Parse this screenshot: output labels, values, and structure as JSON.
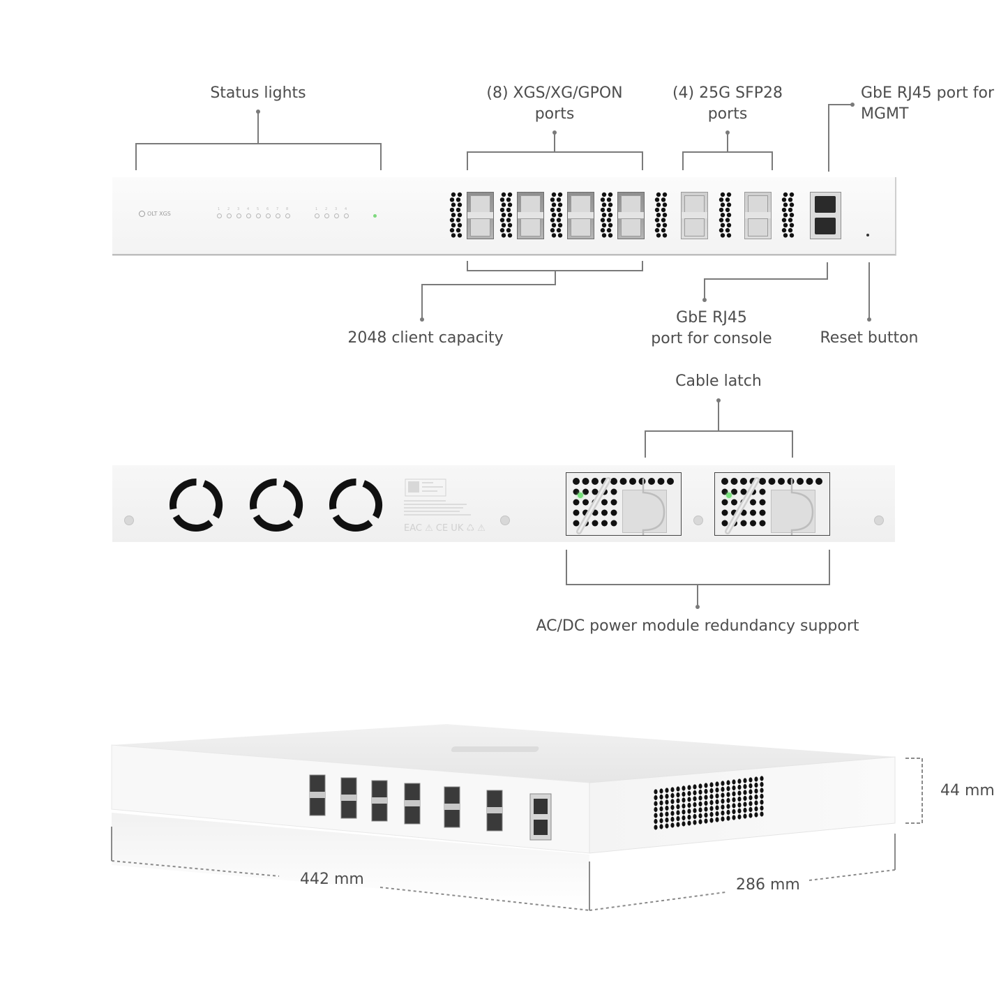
{
  "diagram_title": "OLT XGS hardware overview",
  "front_panel": {
    "device_logo": "OLT XGS",
    "pon_led_numbers": [
      "1",
      "2",
      "3",
      "4",
      "5",
      "6",
      "7",
      "8"
    ],
    "sfp_led_numbers": [
      "1",
      "2",
      "3",
      "4"
    ],
    "callouts": {
      "status_lights": "Status lights",
      "xgs_ports_line1": "(8) XGS/XG/GPON",
      "xgs_ports_line2": "ports",
      "sfp28_line1": "(4) 25G SFP28",
      "sfp28_line2": "ports",
      "mgmt_line1": "GbE RJ45 port for",
      "mgmt_line2": "MGMT",
      "client_capacity": "2048 client capacity",
      "console_line1": "GbE RJ45",
      "console_line2": "port for console",
      "reset": "Reset button"
    }
  },
  "rear_panel": {
    "fan_count": 3,
    "psu_count": 2,
    "callouts": {
      "cable_latch": "Cable latch",
      "power_redundancy": "AC/DC power module redundancy support"
    }
  },
  "dimensions": {
    "width": "442 mm",
    "depth": "286 mm",
    "height": "44 mm"
  },
  "colors": {
    "label_text": "#4d4d4d",
    "leader_line": "#7a7a7a",
    "status_led_green": "#7ed97e"
  }
}
